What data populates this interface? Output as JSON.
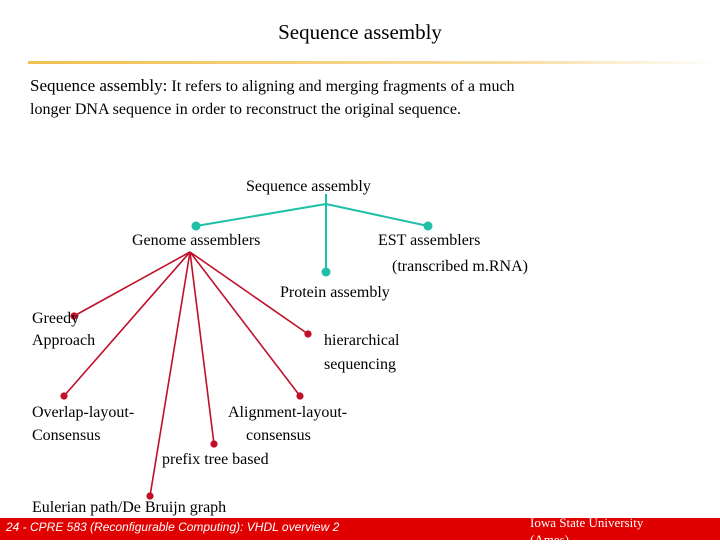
{
  "title": "Sequence assembly",
  "intro": {
    "term": "Sequence assembly:",
    "line1": "It refers to aligning and merging fragments of a much",
    "line2": "longer DNA sequence in order to reconstruct the original sequence."
  },
  "tree": {
    "root": "Sequence assembly",
    "genome": "Genome assemblers",
    "est_line1": "EST assemblers",
    "est_line2": "(transcribed m.RNA)",
    "protein": "Protein assembly",
    "greedy_line1": "Greedy",
    "greedy_line2": "Approach",
    "hier_line1": "hierarchical",
    "hier_line2": "sequencing",
    "olc_line1": "Overlap-layout-",
    "olc_line2": "Consensus",
    "align_line1": "Alignment-layout-",
    "align_line2": "consensus",
    "prefix": "prefix tree based",
    "eulerian": "Eulerian path/De Bruijn graph"
  },
  "colors": {
    "genome_edges": "#c0102a",
    "root_edges": "#20c0a8",
    "footer_bar": "#e00000"
  },
  "footer": {
    "course": "24 - CPRE 583 (Reconfigurable Computing): VHDL overview 2",
    "university": "Iowa State University",
    "campus": "(Ames)"
  }
}
